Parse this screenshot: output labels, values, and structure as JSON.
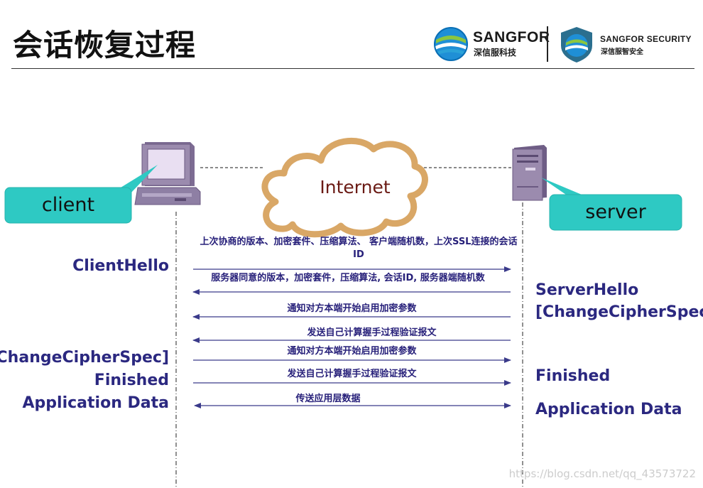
{
  "header": {
    "title": "会话恢复过程",
    "brand1": {
      "name": "SANGFOR",
      "subtitle": "深信服科技"
    },
    "brand2": {
      "name": "SANGFOR SECURITY",
      "subtitle": "深信服智安全"
    }
  },
  "nodes": {
    "client": "client",
    "server": "server",
    "internet": "Internet"
  },
  "messages": [
    {
      "text": "上次协商的版本、加密套件、压缩算法、 客户端随机数，上次SSL连接的会话ID",
      "direction": "client-to-server"
    },
    {
      "text": "服务器同意的版本，加密套件，压缩算法, 会话ID, 服务器端随机数",
      "direction": "server-to-client"
    },
    {
      "text": "通知对方本端开始启用加密参数",
      "direction": "server-to-client"
    },
    {
      "text": "发送自己计算握手过程验证报文",
      "direction": "server-to-client"
    },
    {
      "text": "通知对方本端开始启用加密参数",
      "direction": "client-to-server"
    },
    {
      "text": "发送自己计算握手过程验证报文",
      "direction": "client-to-server"
    },
    {
      "text": "传送应用层数据",
      "direction": "both"
    }
  ],
  "client_steps": [
    "ClientHello",
    "[ChangeCipherSpec]",
    "Finished",
    "Application Data"
  ],
  "server_steps": [
    "ServerHello",
    "[ChangeCipherSpec]",
    "Finished",
    "Application Data"
  ],
  "watermark": "https://blog.csdn.net/qq_43573722",
  "colors": {
    "message_text": "#27207a",
    "step_text": "#2b2880",
    "callout": "#2ec9c3",
    "cloud": "#d9a766",
    "arrow": "#3a3a8a",
    "computer": "#8a7a9e"
  }
}
